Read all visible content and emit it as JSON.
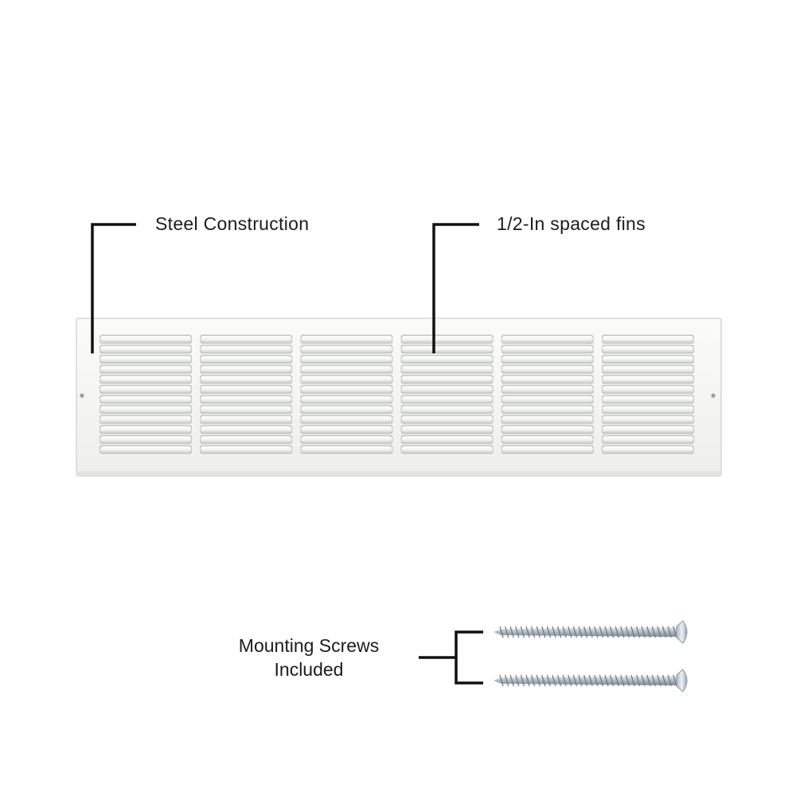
{
  "callouts": {
    "steel": "Steel Construction",
    "fins": "1/2-In spaced fins",
    "screws_line1": "Mounting Screws",
    "screws_line2": "Included"
  },
  "grille": {
    "column_count": 6,
    "fins_per_column": 12
  },
  "screws": {
    "count": 2
  },
  "colors": {
    "grille_face": "#f4f4f2",
    "grille_shadow": "#c9cbc8",
    "callout_line": "#111111",
    "screw_metal": "#b9c2c9"
  }
}
